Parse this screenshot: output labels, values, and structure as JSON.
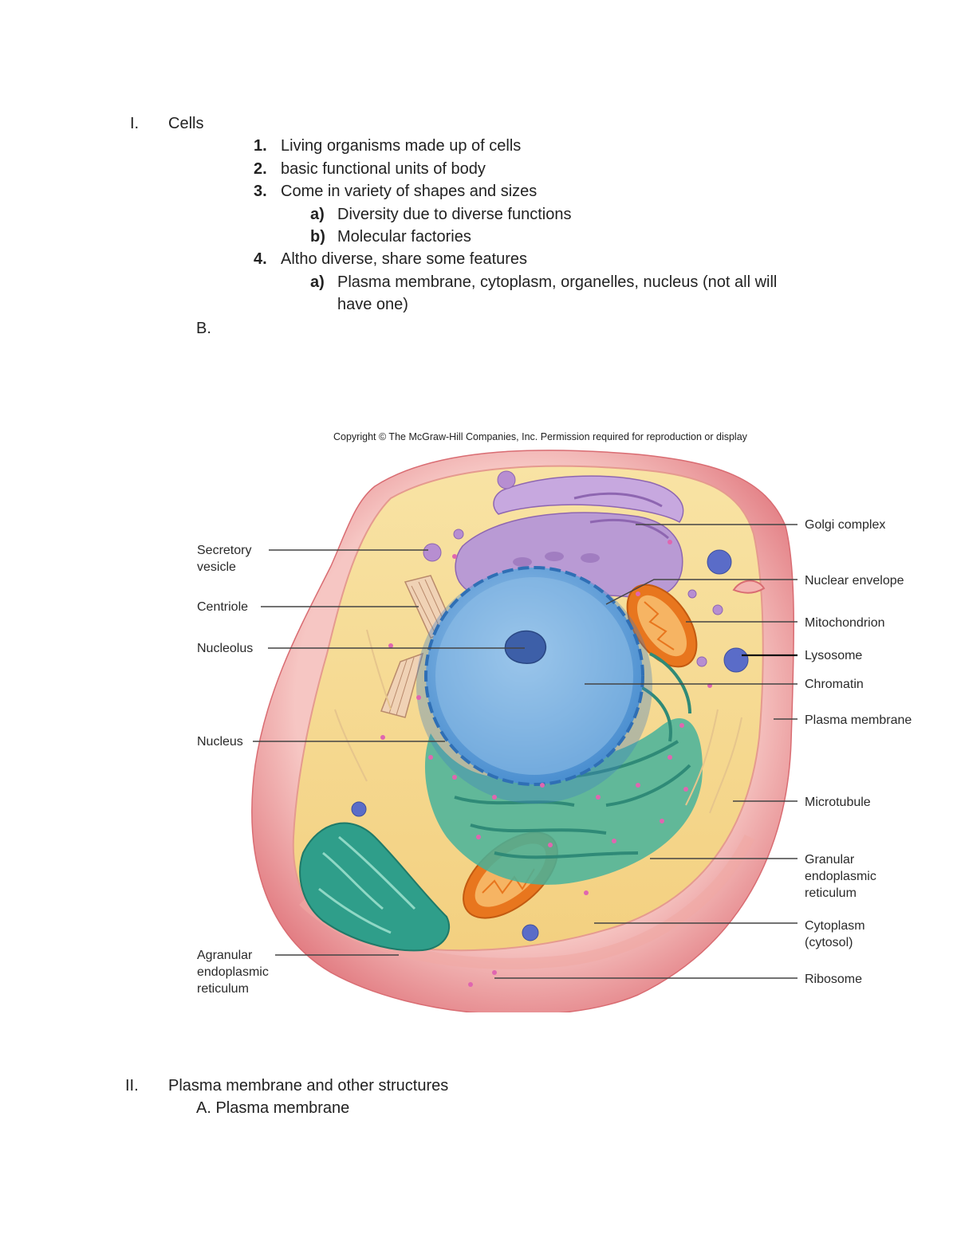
{
  "outline": {
    "sec1_numeral": "I.",
    "sec1_title": "Cells",
    "items": [
      {
        "num": "1.",
        "text": "Living organisms made up of cells"
      },
      {
        "num": "2.",
        "text": "basic functional units of body"
      },
      {
        "num": "3.",
        "text": "Come in variety of shapes and sizes"
      },
      {
        "num": "4.",
        "text": "Altho diverse, share some features"
      }
    ],
    "item3_sub": [
      {
        "letter": "a)",
        "text": "Diversity due to diverse functions"
      },
      {
        "letter": "b)",
        "text": "Molecular factories"
      }
    ],
    "item4_sub": {
      "letter": "a)",
      "line1": "Plasma membrane, cytoplasm, organelles, nucleus (not all will",
      "line2": "have one)"
    },
    "b_label": "B.",
    "sec2_numeral": "II.",
    "sec2_title": "Plasma membrane and other structures",
    "sec2_a": "A.  Plasma membrane"
  },
  "figure": {
    "copyright": "Copyright © The McGraw-Hill Companies, Inc. Permission required for reproduction or display",
    "labels_left": {
      "secretory_vesicle_1": "Secretory",
      "secretory_vesicle_2": "vesicle",
      "centriole": "Centriole",
      "nucleolus": "Nucleolus",
      "nucleus": "Nucleus",
      "agranular_1": "Agranular",
      "agranular_2": "endoplasmic",
      "agranular_3": "reticulum"
    },
    "labels_right": {
      "golgi": "Golgi complex",
      "nuclear_envelope": "Nuclear envelope",
      "mitochondrion": "Mitochondrion",
      "lysosome": "Lysosome",
      "chromatin": "Chromatin",
      "plasma_membrane": "Plasma membrane",
      "microtubule": "Microtubule",
      "granular_1": "Granular",
      "granular_2": "endoplasmic",
      "granular_3": "reticulum",
      "cytoplasm_1": "Cytoplasm",
      "cytoplasm_2": "(cytosol)",
      "ribosome": "Ribosome"
    },
    "colors": {
      "membrane_outer": "#e8848a",
      "membrane_inner": "#f4b3b0",
      "cytoplasm": "#f6dc92",
      "nucleus": "#6aa6dc",
      "golgi": "#b58ad0",
      "er_granular": "#3fae96",
      "er_agranular": "#2f9e8a",
      "mitochondrion": "#e8761e"
    }
  }
}
